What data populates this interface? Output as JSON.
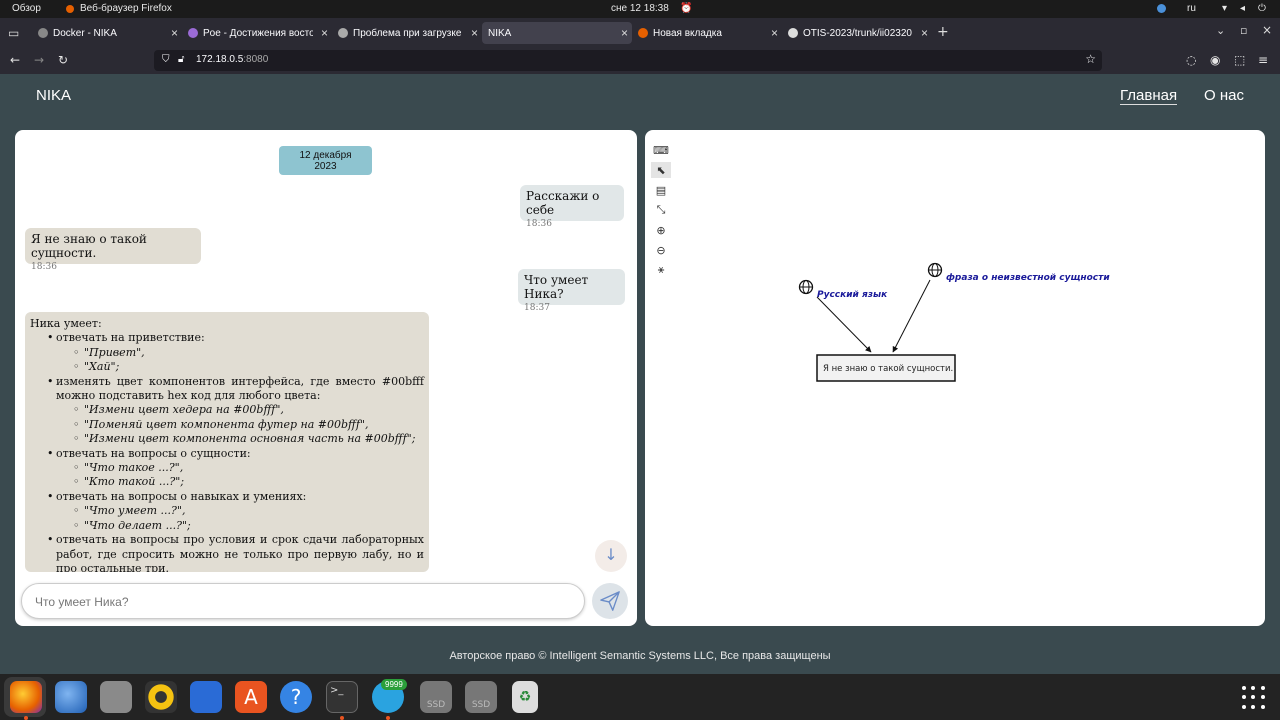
{
  "system": {
    "overview": "Обзор",
    "window_title": "Веб-браузер Firefox",
    "datetime": "сне 12  18:38",
    "lang": "ru"
  },
  "tabs": [
    {
      "label": "Docker - NIKA",
      "color": "#888"
    },
    {
      "label": "Poe - Достижения восто",
      "color": "#9b6bd6"
    },
    {
      "label": "Проблема при загрузке",
      "color": "#aaa"
    },
    {
      "label": "NIKA",
      "color": ""
    },
    {
      "label": "Новая вкладка",
      "color": "#e66000"
    },
    {
      "label": "OTIS-2023/trunk/ii02320",
      "color": "#ddd"
    }
  ],
  "url": {
    "host": "172.18.0.5",
    "port": ":8080"
  },
  "header": {
    "brand": "NIKA",
    "nav_home": "Главная",
    "nav_about": "О нас"
  },
  "chat": {
    "date": "12 декабря",
    "year": "2023",
    "messages": [
      {
        "text": "Расскажи о себе",
        "time": "18:36"
      },
      {
        "text": "Я не знаю о такой сущности.",
        "time": "18:36"
      },
      {
        "text": "Что умеет Ника?",
        "time": "18:37"
      }
    ],
    "big_title": "Ника умеет:",
    "big_lines": [
      {
        "level": 1,
        "text": "отвечать на приветствие:"
      },
      {
        "level": 2,
        "text": "\"Привет\","
      },
      {
        "level": 2,
        "text": "\"Хай\";"
      },
      {
        "level": 1,
        "text": "изменять цвет компонентов интерфейса, где вместо #00bfff можно подставить hex код для любого цвета:"
      },
      {
        "level": 2,
        "text": "\"Измени цвет хедера на #00bfff\","
      },
      {
        "level": 2,
        "text": "\"Поменяй цвет компонента футер на #00bfff\","
      },
      {
        "level": 2,
        "text": "\"Измени цвет компонента основная часть на #00bfff\";"
      },
      {
        "level": 1,
        "text": "отвечать на вопросы о сущности:"
      },
      {
        "level": 2,
        "text": "\"Что такое ...?\","
      },
      {
        "level": 2,
        "text": "\"Кто такой ...?\";"
      },
      {
        "level": 1,
        "text": "отвечать на вопросы о навыках и умениях:"
      },
      {
        "level": 2,
        "text": "\"Что умеет ...?\","
      },
      {
        "level": 2,
        "text": "\"Что делает ...?\";"
      },
      {
        "level": 1,
        "text": "отвечать на вопросы про условия и срок сдачи лабораторных работ, где спросить можно не только про первую лабу, но и про остальные три."
      }
    ],
    "input_placeholder": "Что умеет Ника?"
  },
  "graph": {
    "node1": "Русский язык",
    "node2": "фраза о неизвестной сущности",
    "box": "Я не знаю о такой сущности."
  },
  "footer": "Авторское право © Intelligent Semantic Systems LLC, Все права защищены",
  "dock": {
    "badge": "9999",
    "ssd": "SSD"
  }
}
